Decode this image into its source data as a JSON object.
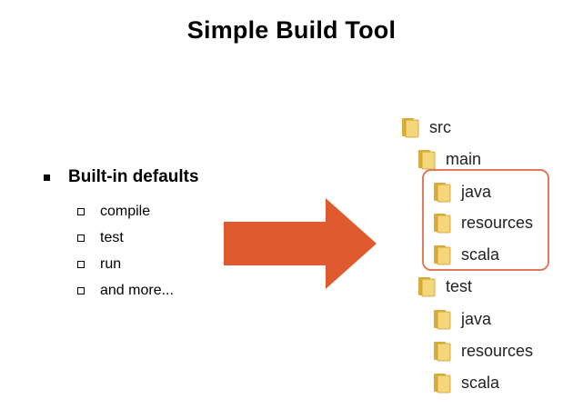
{
  "slide": {
    "title": "Simple Build Tool",
    "bullet": "Built-in defaults",
    "sub_items": [
      "compile",
      "test",
      "run",
      "and more..."
    ]
  },
  "tree": {
    "src": "src",
    "main": "main",
    "main_children": [
      "java",
      "resources",
      "scala"
    ],
    "test": "test",
    "test_children": [
      "java",
      "resources",
      "scala"
    ]
  },
  "colors": {
    "arrow": "#e05a2f",
    "highlight_border": "#e07a5f",
    "folder_light": "#f3d77a",
    "folder_dark": "#d9ad3a"
  },
  "icons": {
    "arrow": "right-arrow-icon",
    "folder": "folder-icon"
  }
}
